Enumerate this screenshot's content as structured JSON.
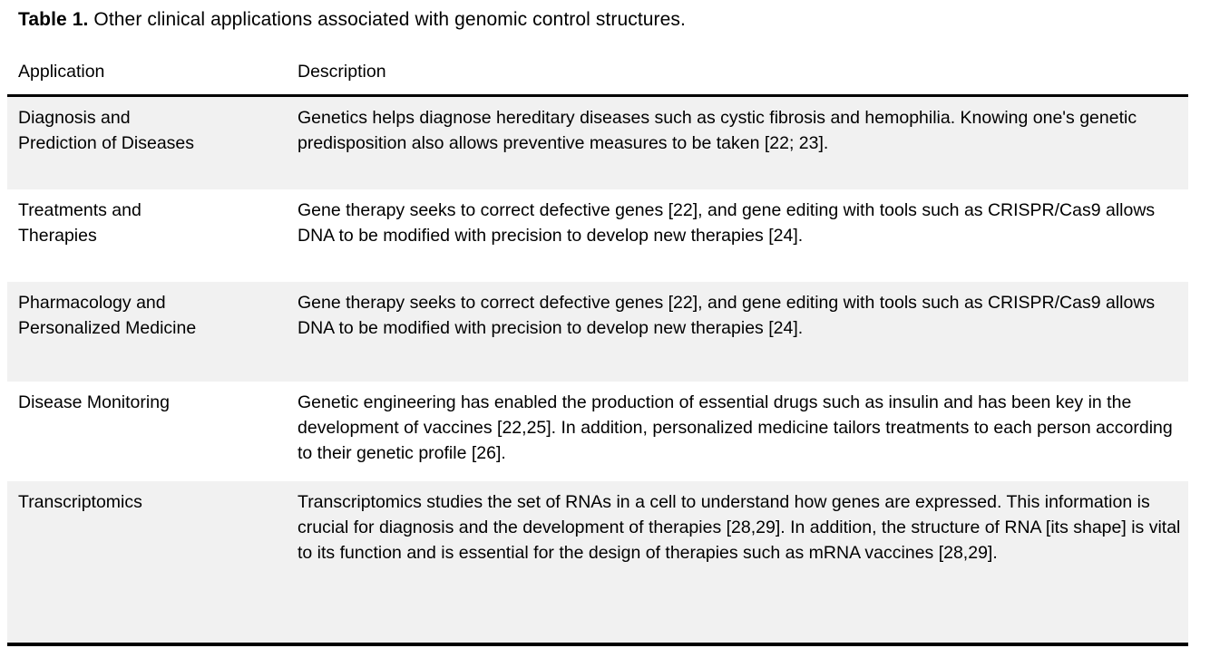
{
  "caption": {
    "label": "Table 1.",
    "text": " Other clinical applications associated with genomic control structures."
  },
  "table": {
    "columns": [
      "Application",
      "Description"
    ],
    "rows": [
      {
        "application": "Diagnosis and\nPrediction of Diseases",
        "description": "Genetics helps diagnose hereditary diseases such as cystic fibrosis and hemophilia. Knowing one's genetic predisposition also allows preventive measures to be taken [22; 23].",
        "shaded": true
      },
      {
        "application": "Treatments and\nTherapies",
        "description": "Gene therapy seeks to correct defective genes [22], and gene editing with tools such as CRISPR/Cas9 allows DNA to be modified with precision to develop new therapies [24].",
        "shaded": false
      },
      {
        "application": "Pharmacology and\nPersonalized Medicine",
        "description": "Gene therapy seeks to correct defective genes [22], and gene editing with tools such as CRISPR/Cas9 allows DNA to be modified with precision to develop new therapies [24].",
        "shaded": true
      },
      {
        "application": "Disease Monitoring",
        "description": "Genetic engineering has enabled the production of essential drugs such as insulin and has been key in the development of vaccines [22,25]. In addition, personalized medicine tailors treatments to each person according to their genetic profile [26].",
        "shaded": false
      },
      {
        "application": "Transcriptomics",
        "description": "Transcriptomics studies the set of RNAs in a cell to understand how genes are expressed. This information is crucial for diagnosis and the development of therapies [28,29]. In addition, the structure of RNA [its shape] is vital to its function and is essential for the design of therapies such as mRNA vaccines [28,29].",
        "shaded": true
      }
    ]
  },
  "colors": {
    "page_background": "#ffffff",
    "row_shade": "#f1f1f1",
    "rule": "#000000",
    "text": "#000000"
  }
}
